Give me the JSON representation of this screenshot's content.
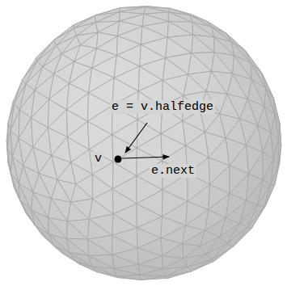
{
  "diagram": {
    "labels": [
      "e = v.halfedge",
      "v",
      "e.next"
    ]
  }
}
